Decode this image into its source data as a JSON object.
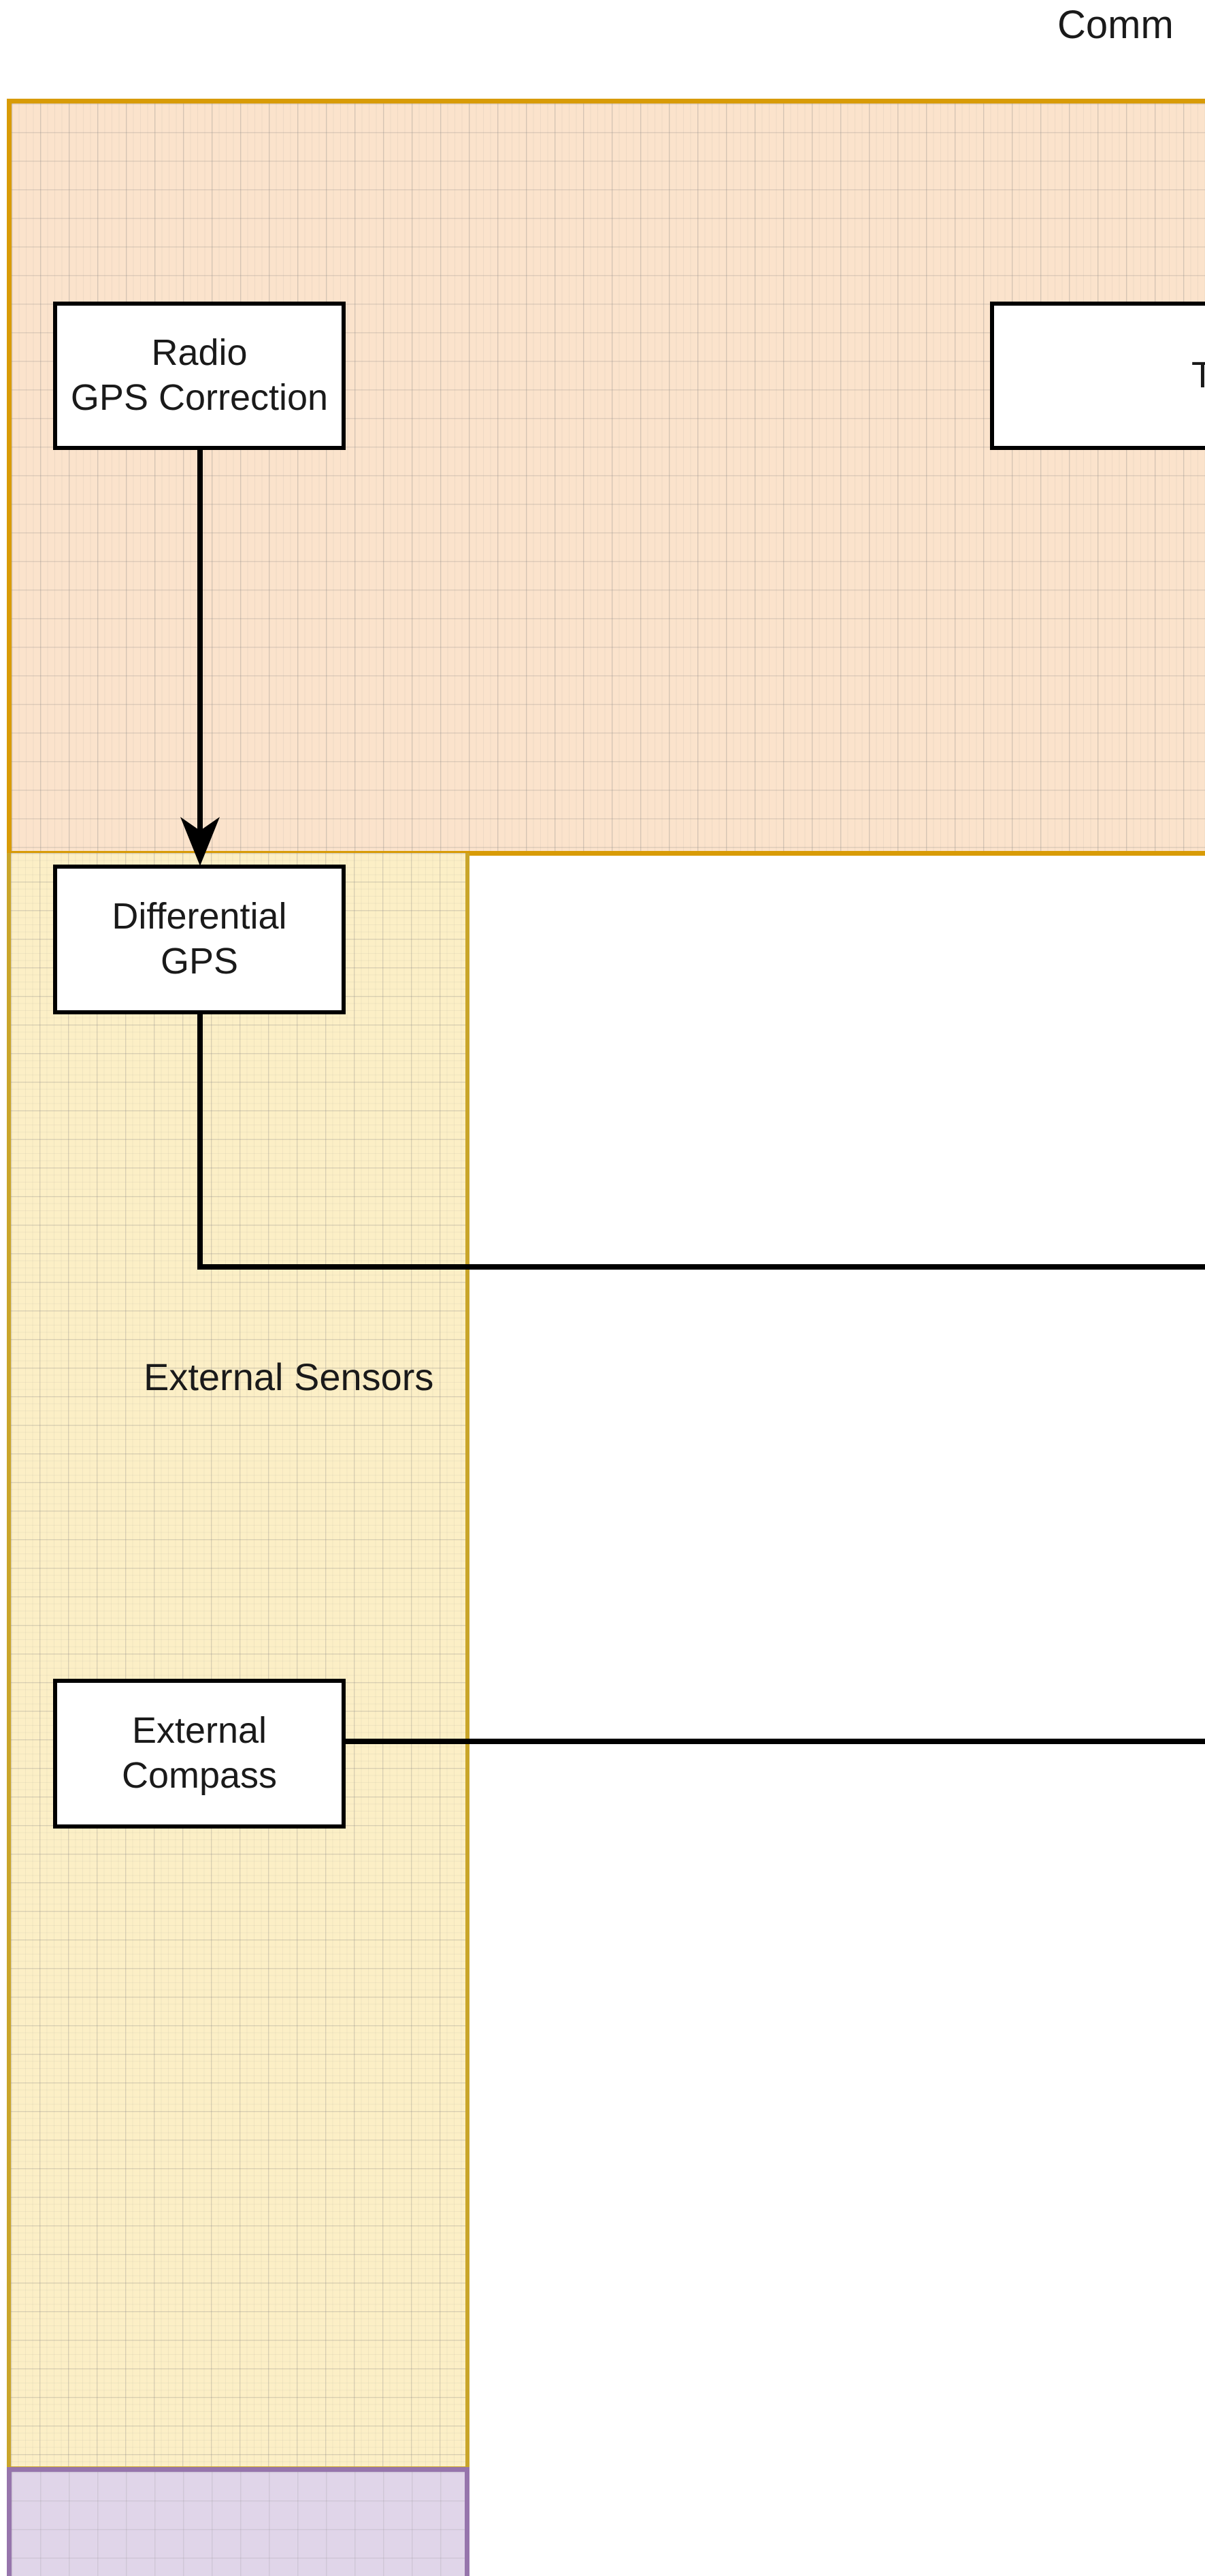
{
  "diagram": {
    "title": "Comm",
    "title_note": "clipped at right frame edge",
    "background": "#ffffff",
    "regions": [
      {
        "id": "comms",
        "label": "",
        "fill": "#FBE3CC",
        "stroke": "#D89B06",
        "grid": true
      },
      {
        "id": "external-sensors",
        "label": "External Sensors",
        "fill": "#FCEFC6",
        "stroke": "#C9A52A",
        "grid": true
      },
      {
        "id": "purple",
        "label": "",
        "fill": "#E0D5E9",
        "stroke": "#9675AC",
        "grid": true
      }
    ],
    "nodes": [
      {
        "id": "radio-gps-correction",
        "lines": [
          "Radio",
          "GPS Correction"
        ],
        "fill": "#ffffff",
        "stroke": "#000000",
        "region": "comms"
      },
      {
        "id": "telemetry",
        "lines": [
          "T"
        ],
        "note": "clipped at right frame edge",
        "fill": "#ffffff",
        "stroke": "#000000",
        "region": "comms"
      },
      {
        "id": "differential-gps",
        "lines": [
          "Differential",
          "GPS"
        ],
        "fill": "#ffffff",
        "stroke": "#000000",
        "region": "external-sensors"
      },
      {
        "id": "external-compass",
        "lines": [
          "External",
          "Compass"
        ],
        "fill": "#ffffff",
        "stroke": "#000000",
        "region": "external-sensors"
      }
    ],
    "connectors": [
      {
        "id": "radio-to-differential-gps",
        "from": "radio-gps-correction",
        "to": "differential-gps",
        "arrowhead": true,
        "stroke": "#000000"
      },
      {
        "id": "differential-gps-out",
        "from": "differential-gps",
        "to": "",
        "arrowhead": false,
        "stroke": "#000000"
      },
      {
        "id": "external-compass-out",
        "from": "external-compass",
        "to": "",
        "arrowhead": false,
        "stroke": "#000000"
      }
    ]
  }
}
